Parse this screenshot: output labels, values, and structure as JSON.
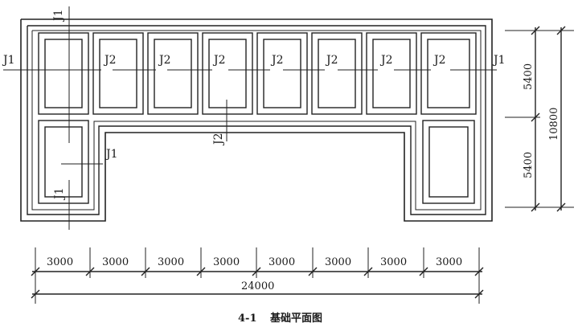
{
  "drawing": {
    "section_labels": {
      "top_left_vertical": "J1",
      "left_end": "J1",
      "right_end": "J1",
      "row_labels": [
        "J2",
        "J2",
        "J2",
        "J2",
        "J2",
        "J2",
        "J2"
      ],
      "center_cut": "J2",
      "left_lower_horizontal": "J1",
      "left_lower_vertical": "J1"
    },
    "bay_widths": [
      "3000",
      "3000",
      "3000",
      "3000",
      "3000",
      "3000",
      "3000",
      "3000"
    ],
    "total_width": "24000",
    "row_heights": [
      "5400",
      "5400"
    ],
    "total_height": "10800"
  },
  "caption": {
    "number": "4-1",
    "title": "基础平面图"
  }
}
